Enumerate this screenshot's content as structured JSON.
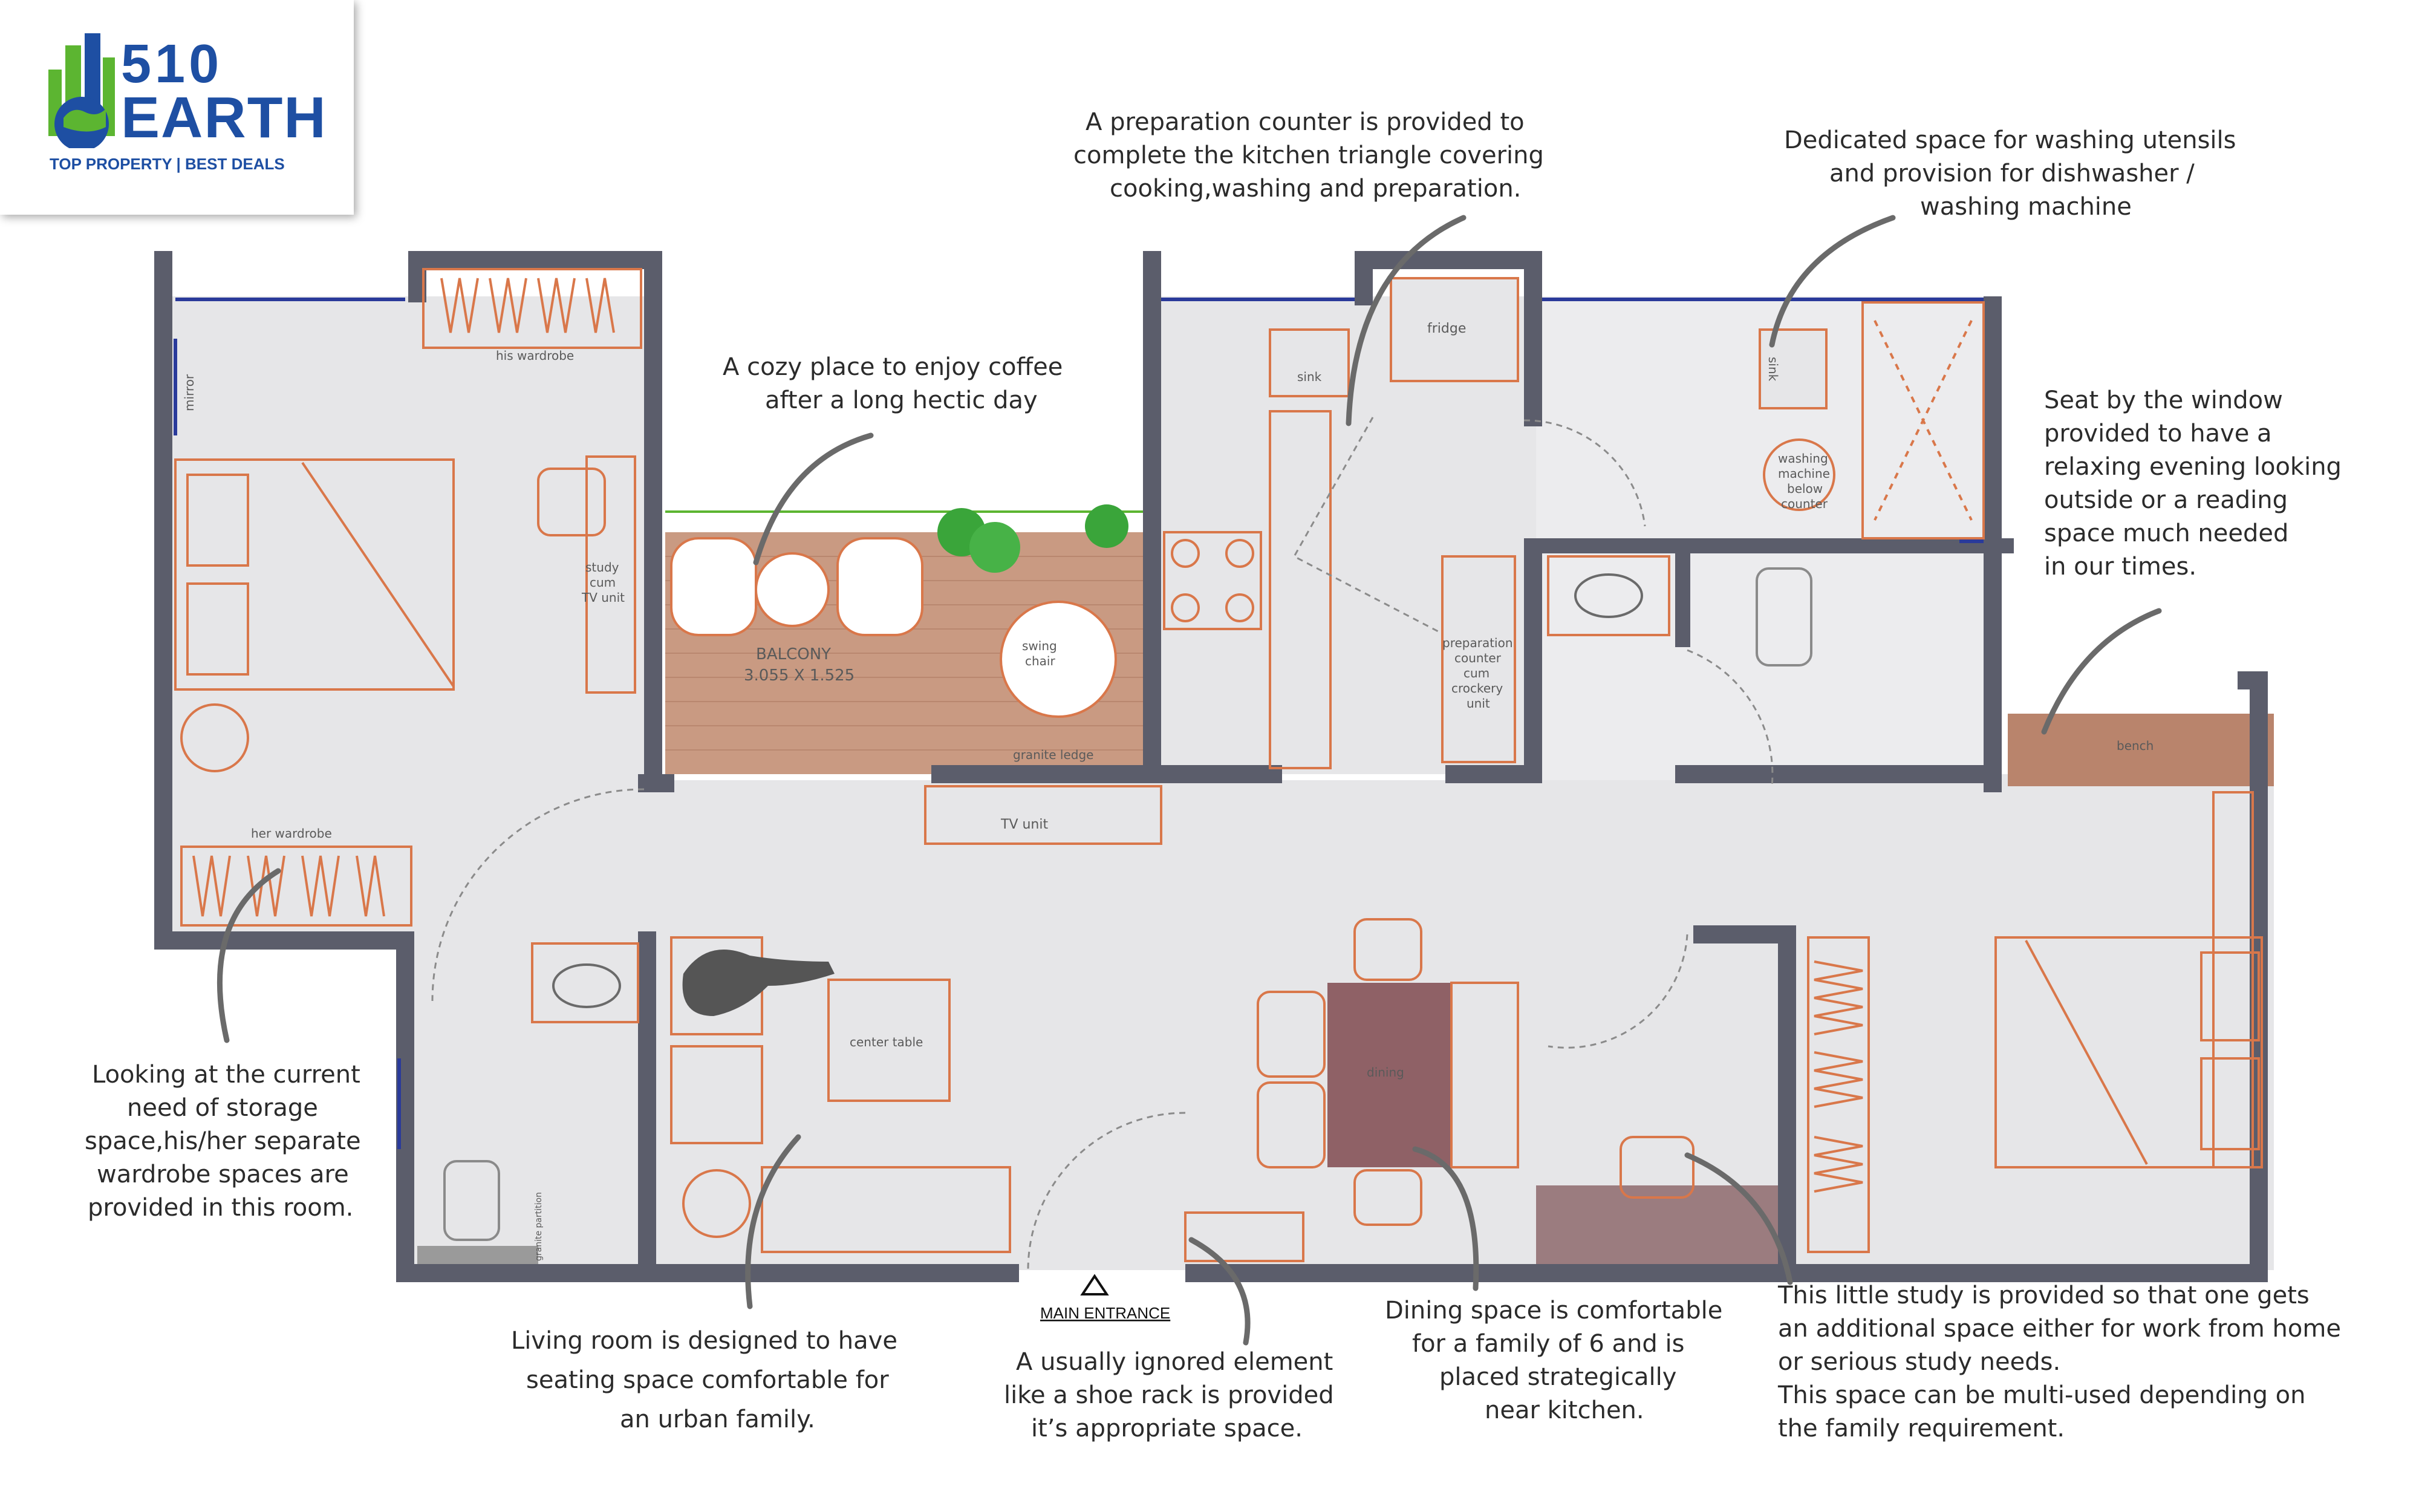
{
  "logo": {
    "number": "510",
    "word": "EARTH",
    "tagline": "TOP PROPERTY | BEST DEALS"
  },
  "rooms": {
    "his_wardrobe": "his wardrobe",
    "mirror": "mirror",
    "study_tv_1": "study",
    "study_tv_2": "cum",
    "study_tv_3": "TV unit",
    "her_wardrobe": "her wardrobe",
    "balcony": "BALCONY",
    "balcony_size": "3.055 X 1.525",
    "swing_1": "swing",
    "swing_2": "chair",
    "granite_ledge": "granite ledge",
    "tv_unit": "TV unit",
    "sink": "sink",
    "fridge": "fridge",
    "prep_1": "preparation",
    "prep_2": "counter",
    "prep_3": "cum",
    "prep_4": "crockery",
    "prep_5": "unit",
    "sink2": "sink",
    "wm_1": "washing",
    "wm_2": "machine",
    "wm_3": "below",
    "wm_4": "counter",
    "bench": "bench",
    "center_table": "center table",
    "dining": "dining",
    "granite_partition": "granite partition",
    "main_entrance": "MAIN ENTRANCE"
  },
  "annotations": {
    "prep_counter": [
      "A preparation counter is provided to",
      "complete the kitchen triangle covering",
      "cooking,washing and preparation."
    ],
    "utensils": [
      "Dedicated space for washing utensils",
      "and provision for dishwasher /",
      "washing machine"
    ],
    "coffee": [
      "A cozy place to enjoy coffee",
      "after a long hectic day"
    ],
    "window_seat": [
      "Seat by the window",
      "provided to have a",
      "relaxing evening looking",
      "outside or a reading",
      "space much needed",
      "in our times."
    ],
    "storage": [
      "Looking at the current",
      "need of storage",
      "space,his/her separate",
      "wardrobe spaces are",
      "provided in this room."
    ],
    "living": [
      "Living room is designed to have",
      "seating space comfortable for",
      "an urban family."
    ],
    "shoe_rack": [
      "A usually ignored element",
      "like a shoe rack is provided",
      "it’s appropriate space."
    ],
    "dining": [
      "Dining space is comfortable",
      "for a family of 6 and is",
      "placed strategically",
      "near kitchen."
    ],
    "study": [
      "This little study is provided so that one gets",
      "an additional space either for work from home",
      "or serious study needs.",
      "This space can be multi-used depending on",
      "the family requirement."
    ]
  },
  "colors": {
    "wall": "#5b5d6b",
    "floor": "#e6e6e8",
    "furniture_line": "#d9774a",
    "balcony_deck": "#c99a82",
    "dining_table": "#8f6166",
    "brand_blue": "#1e4fa3",
    "brand_green": "#5cb531"
  }
}
